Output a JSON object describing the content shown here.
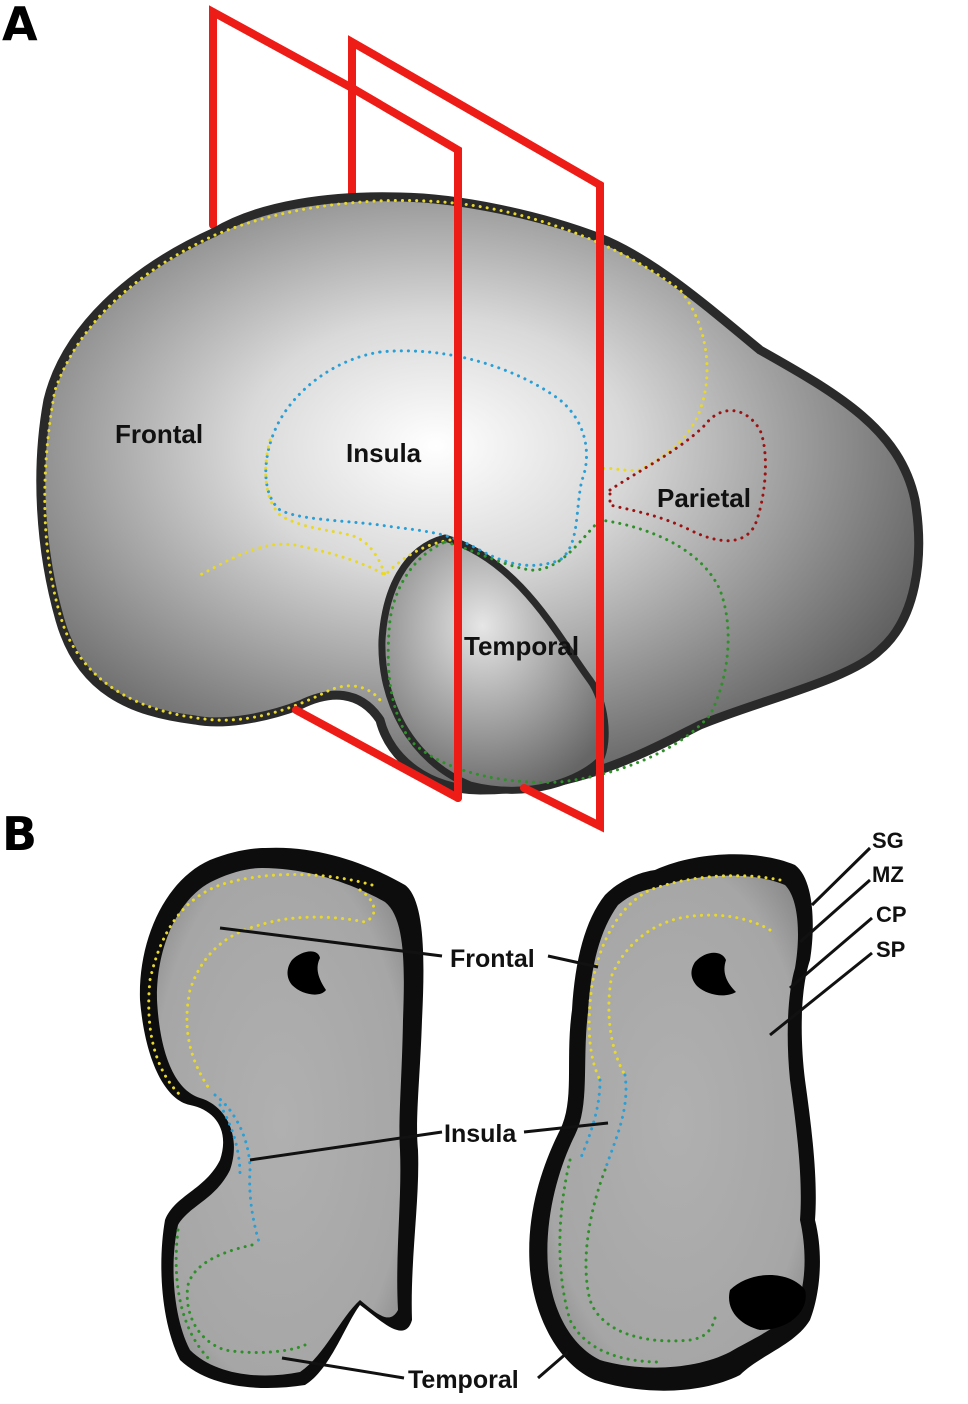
{
  "panel_a": {
    "letter": "A",
    "labels": {
      "frontal": "Frontal",
      "insula": "Insula",
      "parietal": "Parietal",
      "temporal": "Temporal"
    }
  },
  "panel_b": {
    "letter": "B",
    "labels": {
      "frontal": "Frontal",
      "insula": "Insula",
      "temporal": "Temporal"
    },
    "layers": [
      "SG",
      "MZ",
      "CP",
      "SP"
    ]
  },
  "colors": {
    "section_planes": "#ee1c16",
    "frontal_outline": "#e8d82a",
    "insula_outline": "#2a9fd6",
    "temporal_outline": "#2f8f2a",
    "parietal_outline": "#9a1212",
    "brain_surface": "#a8a8a8",
    "cortex_edge": "#000000"
  }
}
